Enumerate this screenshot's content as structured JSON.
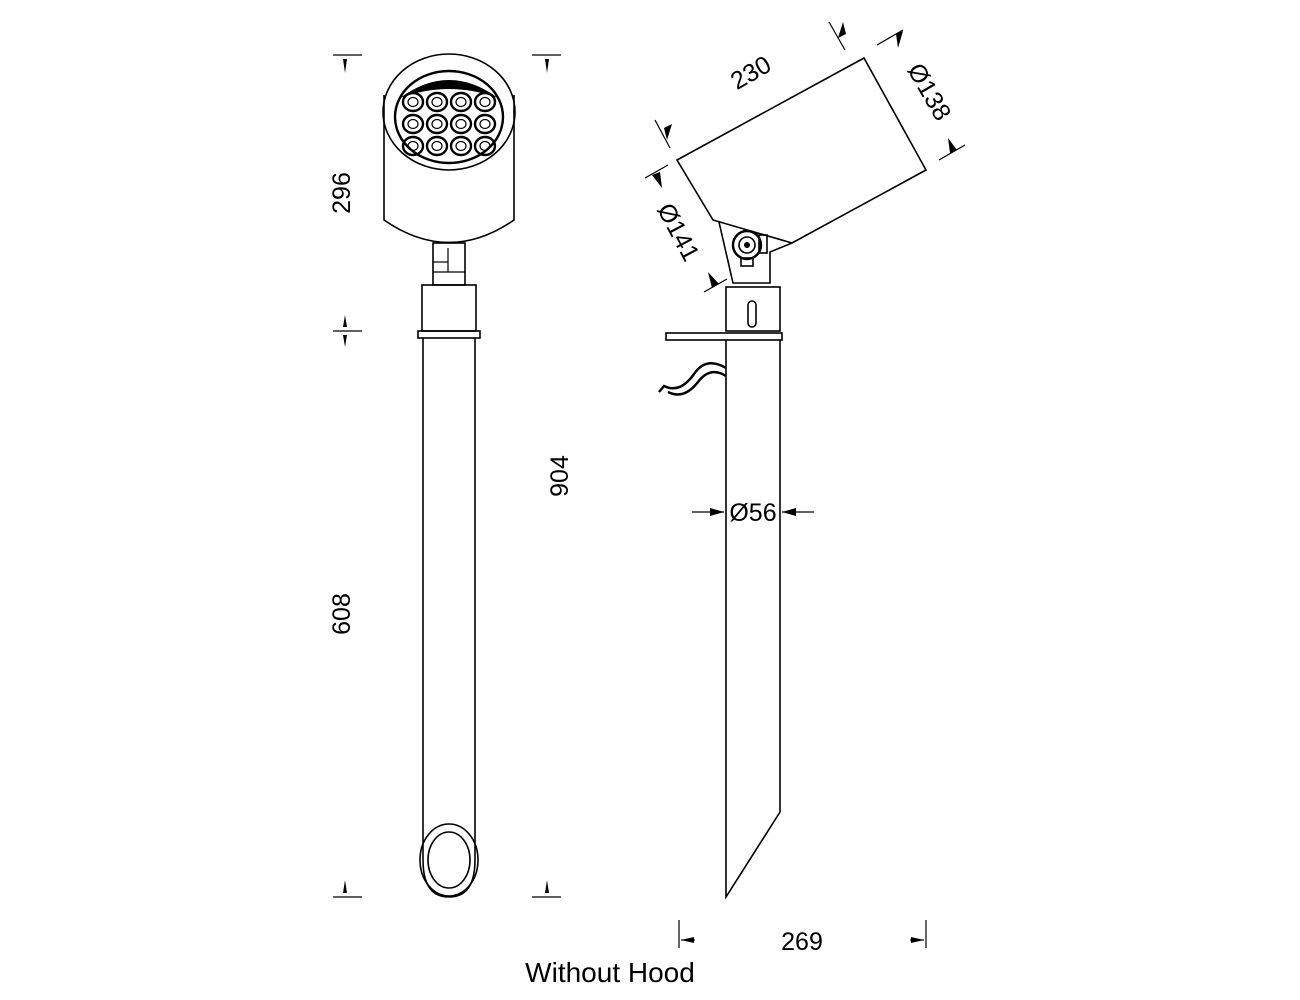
{
  "dimensions": {
    "head_height": "296",
    "overall_height": "904",
    "spike_length": "608",
    "head_length": "230",
    "head_diameter": "Ø138",
    "yoke_diameter": "Ø141",
    "spike_diameter": "Ø56",
    "overall_depth": "269"
  },
  "caption": "Without Hood"
}
